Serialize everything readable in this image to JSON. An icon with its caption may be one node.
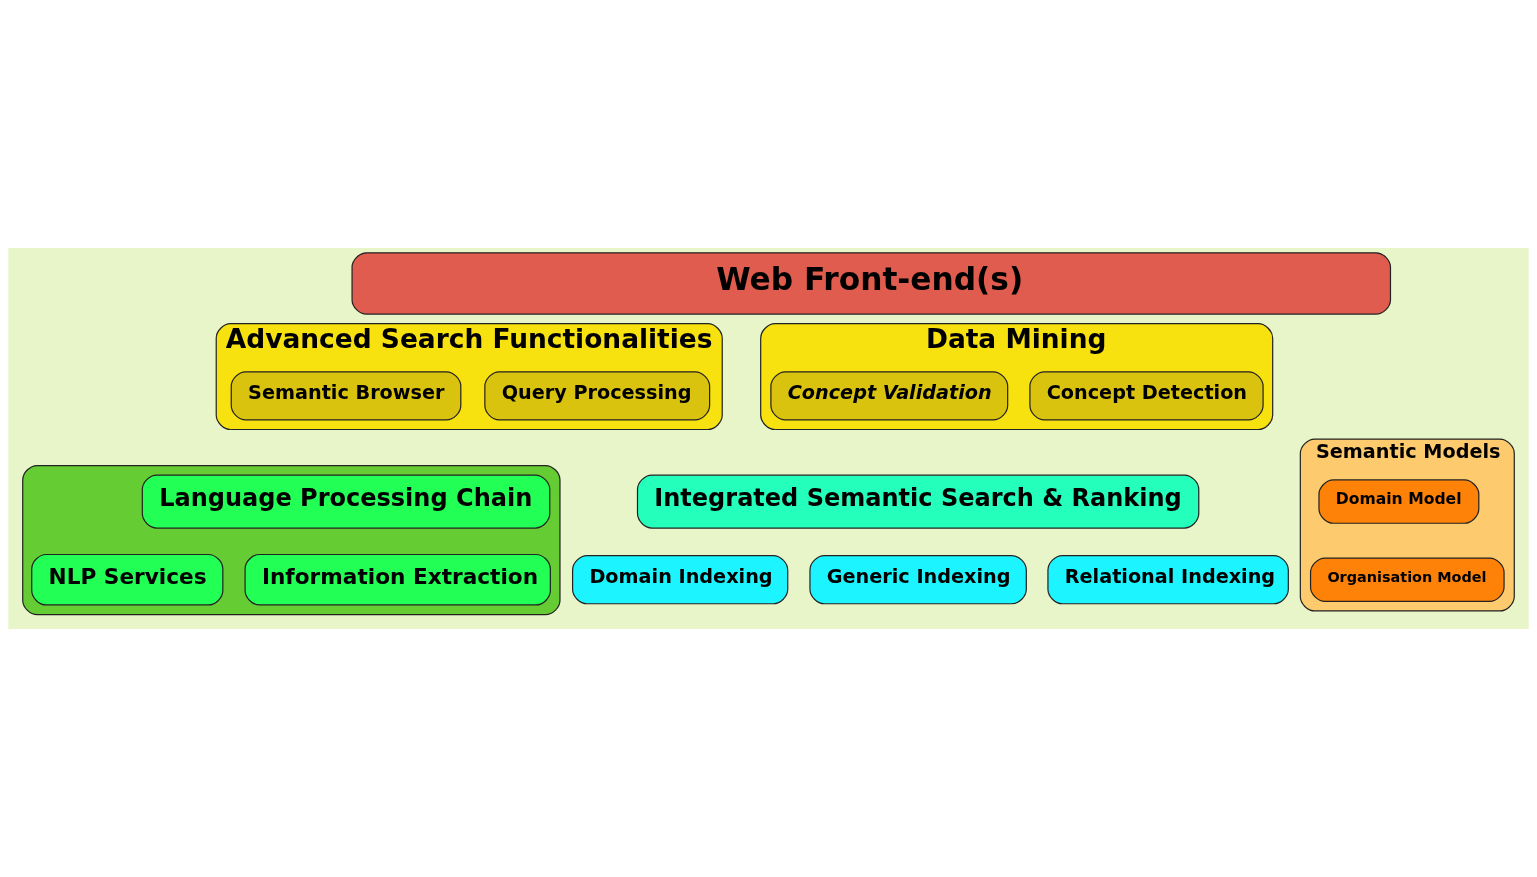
{
  "diagram": {
    "nodes": [
      {
        "text": [
          "Web Front-end(s)"
        ]
      },
      {
        "text": [
          "Data Mining"
        ]
      },
      {
        "text": [
          "Concept Detection"
        ],
        "in": 1
      },
      {
        "text": [
          "Concept Validation"
        ],
        "in": 1
      },
      {
        "text": [
          "Advanced Search Functionalities"
        ]
      },
      {
        "text": [
          "Query Processing"
        ],
        "in": 4
      },
      {
        "text": [
          "Semantic Browser"
        ],
        "in": 4
      },
      {
        "text": [
          "Semantic Models"
        ]
      },
      {
        "text": [
          "Domain Model"
        ],
        "in": 7
      },
      {
        "text": [
          "Organisation Model"
        ],
        "in": 7
      },
      {
        "text": [
          "Integrated Semantic Search & Ranking"
        ]
      },
      {
        "text": [
          "Relational Indexing"
        ]
      },
      {
        "text": [
          "Domain Indexing"
        ]
      },
      {
        "text": [
          "Generic Indexing"
        ]
      },
      {
        "text": [],
        "shape": "box"
      },
      {
        "text": [
          "Language Processing Chain"
        ],
        "in": 14
      },
      {
        "text": [
          "NLP Services"
        ],
        "in": 14
      },
      {
        "text": [
          "Information Extraction"
        ],
        "in": 14
      }
    ],
    "edges": []
  }
}
